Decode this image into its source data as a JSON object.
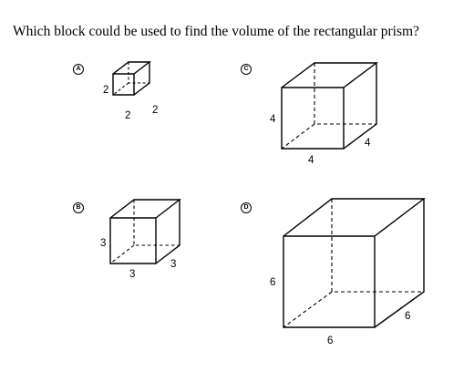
{
  "question": "Which block could be used to find the volume of the rectangular prism?",
  "options": [
    {
      "letter": "A",
      "labels": [
        "2",
        "2",
        "2"
      ]
    },
    {
      "letter": "C",
      "labels": [
        "4",
        "4",
        "4"
      ]
    },
    {
      "letter": "B",
      "labels": [
        "3",
        "3",
        "3"
      ]
    },
    {
      "letter": "D",
      "labels": [
        "6",
        "6",
        "6"
      ]
    }
  ]
}
